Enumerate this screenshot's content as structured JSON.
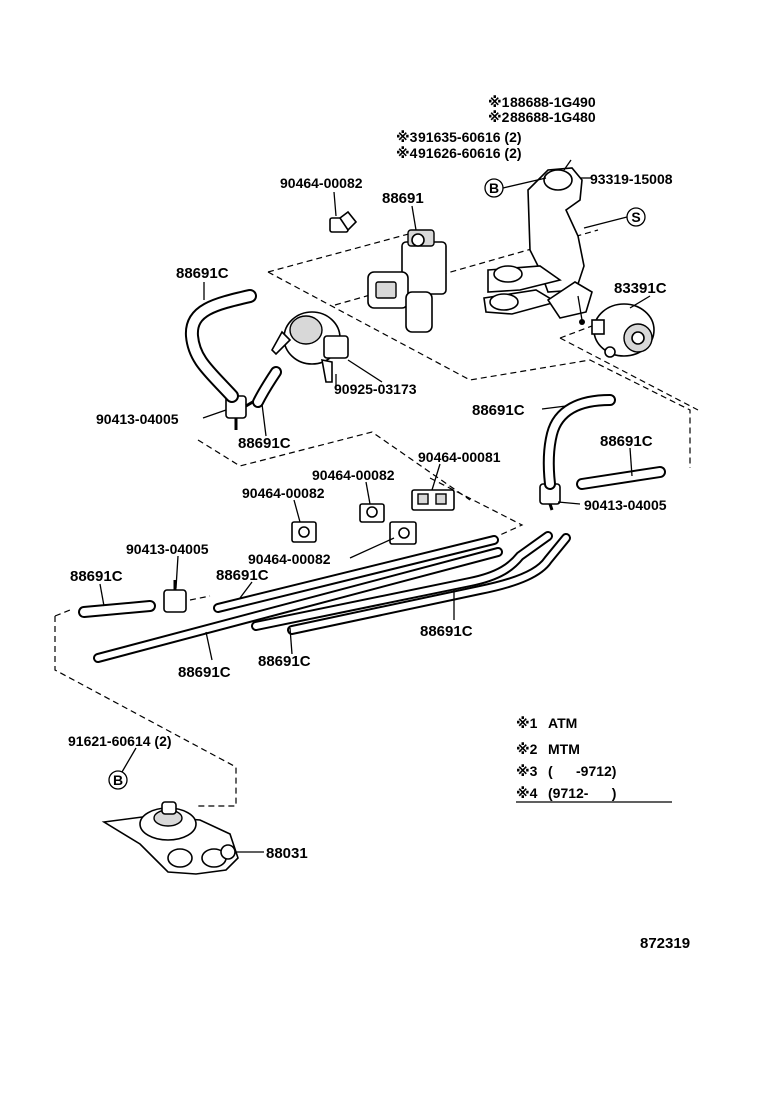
{
  "parts": {
    "p_88688_atm": "88688-1G490",
    "p_88688_mtm": "88688-1G480",
    "p_91635": "91635-60616 (2)",
    "p_91626": "91626-60616 (2)",
    "p_93319": "93319-15008",
    "p_90464_00082_top": "90464-00082",
    "p_88691": "88691",
    "p_88691c_top_left": "88691C",
    "p_83391c": "83391C",
    "p_90925": "90925-03173",
    "p_90413_left": "90413-04005",
    "p_88691c_left_mid": "88691C",
    "p_88691c_right_upper": "88691C",
    "p_88691c_right_lower": "88691C",
    "p_90464_00081": "90464-00081",
    "p_90464_00082_mid1": "90464-00082",
    "p_90464_00082_mid2": "90464-00082",
    "p_90413_right": "90413-04005",
    "p_90464_00082_lower": "90464-00082",
    "p_90413_lower": "90413-04005",
    "p_88691c_lower_left": "88691C",
    "p_88691c_pipe_mid": "88691C",
    "p_88691c_pipe_right": "88691C",
    "p_88691c_pipe_bottom": "88691C",
    "p_88691c_pipe_bottom2": "88691C",
    "p_91621": "91621-60614 (2)",
    "p_88031": "88031"
  },
  "markers": {
    "note1": "※1",
    "note2": "※2",
    "note3": "※3",
    "note4": "※4",
    "ref_b": "B",
    "ref_s": "S"
  },
  "legend": {
    "items": [
      {
        "mark": "※1",
        "text": "ATM"
      },
      {
        "mark": "※2",
        "text": "MTM"
      },
      {
        "mark": "※3",
        "text": "(      -9712)"
      },
      {
        "mark": "※4",
        "text": "(9712-      )"
      }
    ]
  },
  "figure_id": "872319"
}
